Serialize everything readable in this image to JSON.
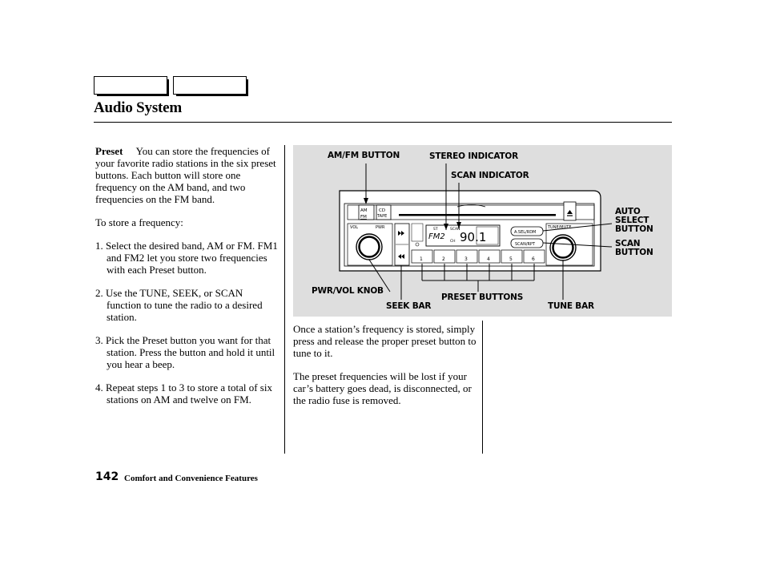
{
  "header": {
    "title": "Audio System"
  },
  "left_column": {
    "intro_heading": "Preset",
    "intro_text": "You can store the frequencies of your favorite radio stations in the six preset buttons. Each button will store one frequency on the AM band, and two frequencies on the FM band.",
    "to_store": "To store a frequency:",
    "steps": [
      "1. Select the desired band, AM or FM. FM1 and FM2 let you store two frequencies with each Preset button.",
      "2. Use the TUNE, SEEK, or SCAN function to tune the radio to a desired station.",
      "3. Pick the Preset button you want for that station. Press the button and hold it until you hear a beep.",
      "4. Repeat steps 1 to 3 to store a total of six stations on AM and twelve on FM."
    ]
  },
  "right_column": {
    "paragraphs": [
      "Once a station’s frequency is stored, simply press and release the proper preset button to tune to it.",
      "The preset frequencies will be lost if your car’s battery goes dead, is disconnected, or the radio fuse is removed."
    ]
  },
  "figure": {
    "labels": {
      "am_fm_button": "AM/FM BUTTON",
      "stereo_indicator": "STEREO INDICATOR",
      "scan_indicator": "SCAN INDICATOR",
      "auto_select_button": "AUTO\nSELECT\nBUTTON",
      "scan_button": "SCAN\nBUTTON",
      "pwr_vol_knob": "PWR/VOL KNOB",
      "seek_bar": "SEEK BAR",
      "preset_buttons": "PRESET BUTTONS",
      "tune_bar": "TUNE BAR"
    },
    "display": {
      "band": "FM2",
      "frequency": "90.1",
      "st": "ST",
      "scan": "SCAN",
      "ch": "CH"
    },
    "radio_text": {
      "am": "AM",
      "fm": "FM",
      "cd": "CD",
      "tape": "TAPE",
      "vol": "VOL",
      "pwr": "PWR",
      "a_sel_rdm": "A.SEL/RDM",
      "scan_rpt": "SCAN/RPT",
      "tune_mute": "TUNE/MUTE",
      "presets": [
        "1",
        "2",
        "3",
        "4",
        "5",
        "6"
      ]
    }
  },
  "footer": {
    "page_number": "142",
    "section": "Comfort and Convenience Features"
  }
}
